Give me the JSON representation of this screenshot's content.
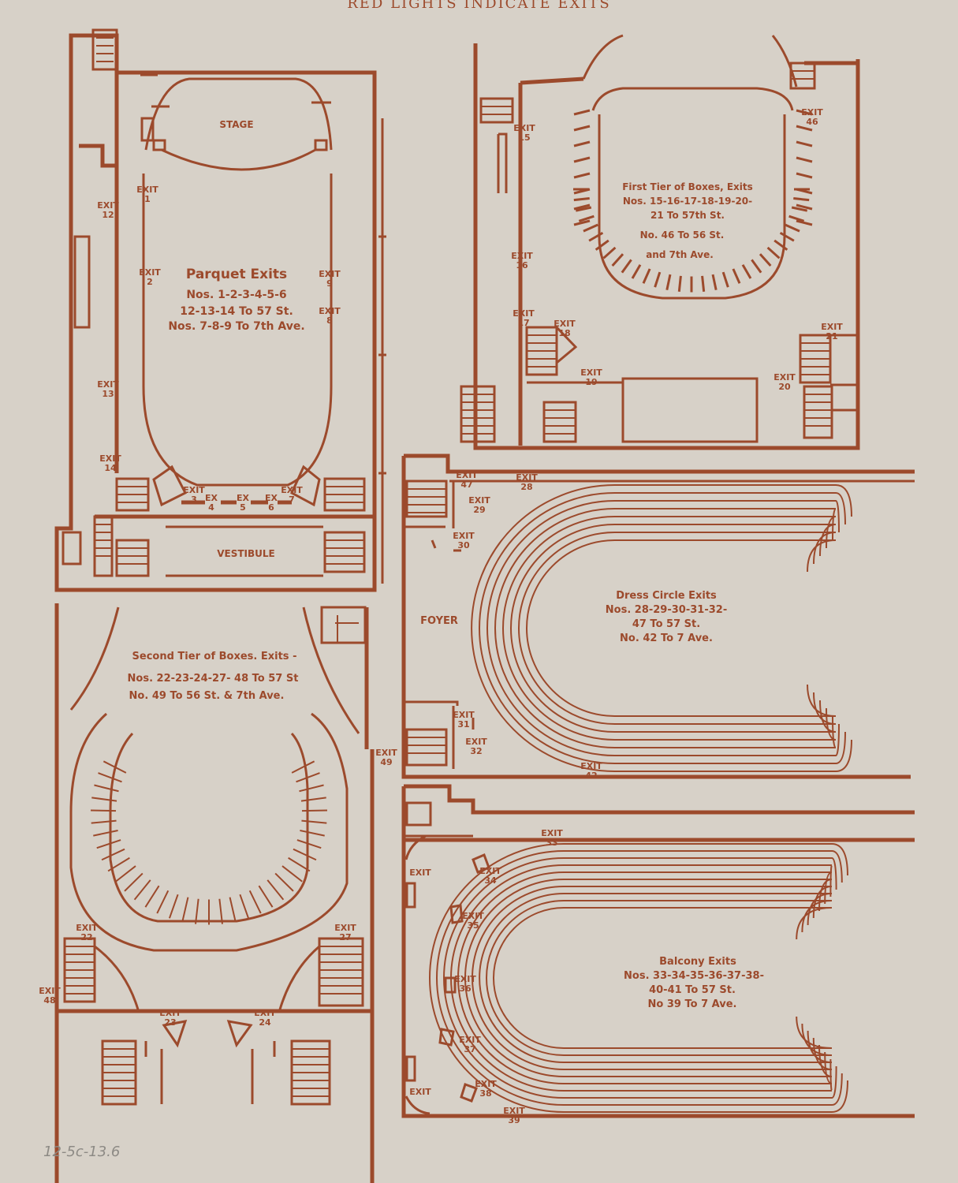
{
  "header": "RED LIGHTS INDICATE EXITS",
  "pencil_note": "12-5c-13.6",
  "parquet": {
    "stage": "STAGE",
    "vestibule": "VESTIBULE",
    "title": "Parquet Exits",
    "line1": "Nos. 1-2-3-4-5-6",
    "line2": "12-13-14 To 57 St.",
    "line3": "Nos. 7-8-9 To 7th Ave.",
    "exits": [
      {
        "label": "EXIT",
        "num": "1"
      },
      {
        "label": "EXIT",
        "num": "2"
      },
      {
        "label": "EXIT",
        "num": "9"
      },
      {
        "label": "EXIT",
        "num": "8"
      },
      {
        "label": "EXIT",
        "num": "12"
      },
      {
        "label": "EXIT",
        "num": "13"
      },
      {
        "label": "EXIT",
        "num": "14"
      },
      {
        "label": "EXIT",
        "num": "3"
      },
      {
        "label": "EX",
        "num": "4"
      },
      {
        "label": "EX",
        "num": "5"
      },
      {
        "label": "EX",
        "num": "6"
      },
      {
        "label": "EXIT",
        "num": "7"
      }
    ]
  },
  "first_tier": {
    "title": "First Tier of Boxes, Exits",
    "line1": "Nos. 15-16-17-18-19-20-",
    "line2": "21 To 57th St.",
    "line3": "No. 46 To 56 St.",
    "line4": "and 7th Ave.",
    "exits": [
      {
        "label": "EXIT",
        "num": "15"
      },
      {
        "label": "EXIT",
        "num": "16"
      },
      {
        "label": "EXIT",
        "num": "17"
      },
      {
        "label": "EXIT",
        "num": "18"
      },
      {
        "label": "EXIT",
        "num": "19"
      },
      {
        "label": "EXIT",
        "num": "20"
      },
      {
        "label": "EXIT",
        "num": "21"
      },
      {
        "label": "EXIT",
        "num": "46"
      }
    ]
  },
  "second_tier": {
    "title": "Second Tier of Boxes. Exits -",
    "line1": "Nos. 22-23-24-27- 48 To 57 St",
    "line2": "No. 49 To 56 St. & 7th Ave.",
    "exits": [
      {
        "label": "EXIT",
        "num": "22"
      },
      {
        "label": "EXIT",
        "num": "23"
      },
      {
        "label": "EXIT",
        "num": "24"
      },
      {
        "label": "EXIT",
        "num": "27"
      },
      {
        "label": "EXIT",
        "num": "48"
      },
      {
        "label": "EXIT",
        "num": "49"
      }
    ]
  },
  "dress_circle": {
    "foyer": "FOYER",
    "title": "Dress Circle Exits",
    "line1": "Nos. 28-29-30-31-32-",
    "line2": "47 To 57 St.",
    "line3": "No. 42 To 7 Ave.",
    "exits": [
      {
        "label": "EXIT",
        "num": "47"
      },
      {
        "label": "EXIT",
        "num": "28"
      },
      {
        "label": "EXIT",
        "num": "29"
      },
      {
        "label": "EXIT",
        "num": "30"
      },
      {
        "label": "EXIT",
        "num": "31"
      },
      {
        "label": "EXIT",
        "num": "32"
      },
      {
        "label": "EXIT",
        "num": "42"
      }
    ]
  },
  "balcony": {
    "title": "Balcony Exits",
    "line1": "Nos. 33-34-35-36-37-38-",
    "line2": "40-41 To 57 St.",
    "line3": "No 39 To 7 Ave.",
    "exits": [
      {
        "label": "EXIT",
        "num": "33"
      },
      {
        "label": "EXIT",
        "num": "34"
      },
      {
        "label": "EXIT",
        "num": "35"
      },
      {
        "label": "EXIT",
        "num": "36"
      },
      {
        "label": "EXIT",
        "num": "37"
      },
      {
        "label": "EXIT",
        "num": "38"
      },
      {
        "label": "EXIT",
        "num": "39"
      },
      {
        "label": "EXIT",
        "num": ""
      },
      {
        "label": "EXIT",
        "num": ""
      }
    ]
  }
}
